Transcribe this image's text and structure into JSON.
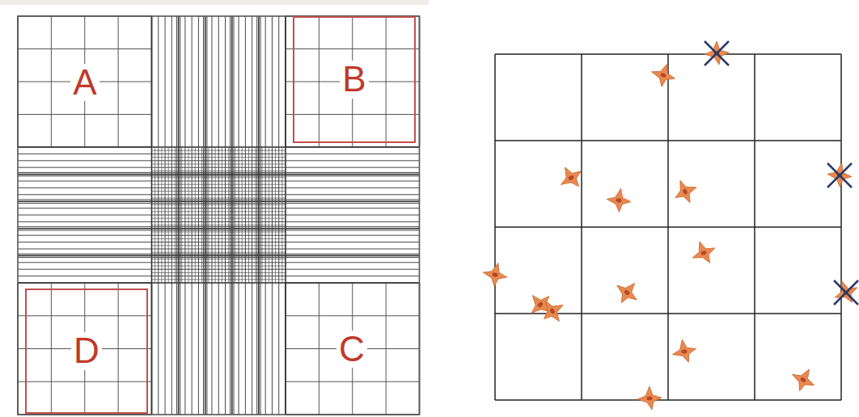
{
  "diagram": {
    "nodes": [
      {
        "text": [
          "B"
        ]
      },
      {
        "text": [
          "D"
        ]
      }
    ],
    "labels": [
      "A",
      "C"
    ]
  }
}
